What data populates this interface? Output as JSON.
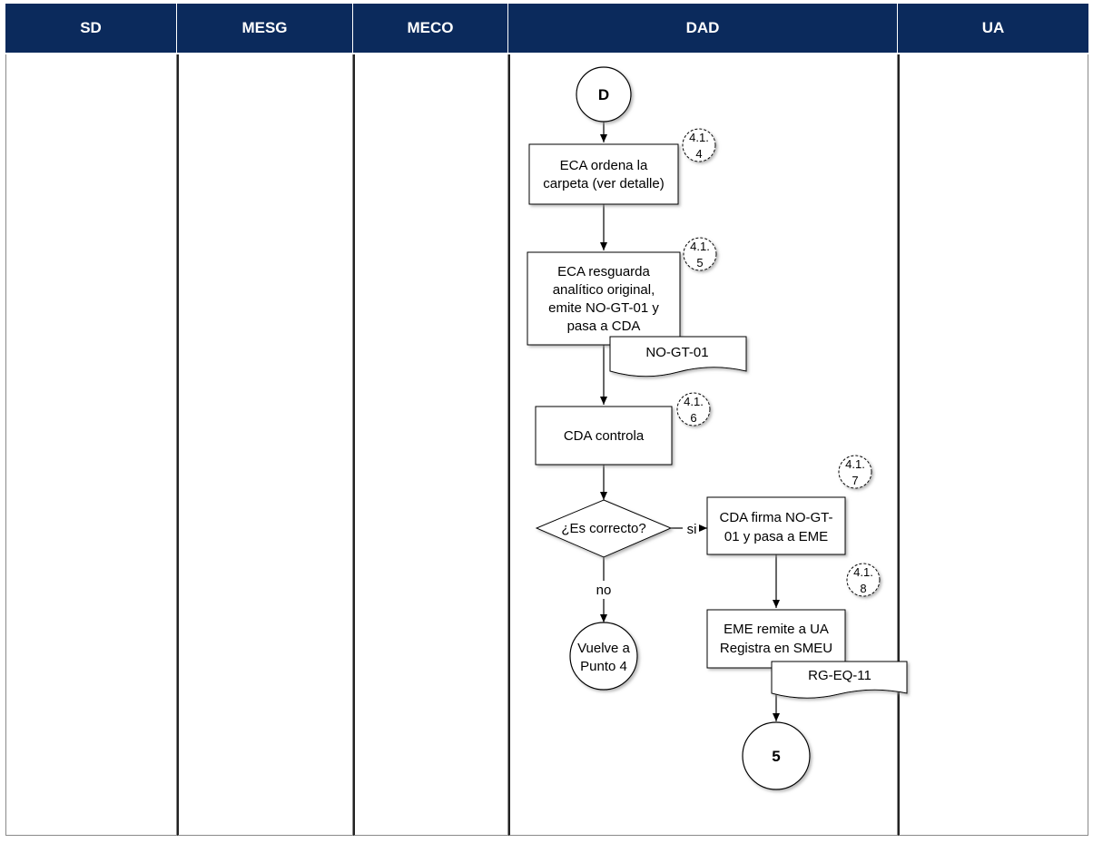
{
  "lanes": [
    "SD",
    "MESG",
    "MECO",
    "DAD",
    "UA"
  ],
  "colors": {
    "header_bg": "#0b2a5c",
    "header_text": "#ffffff",
    "line": "#000000"
  },
  "nodes": {
    "start_connector": "D",
    "step_414": {
      "lines": [
        "ECA ordena la",
        "carpeta (ver detalle)"
      ],
      "ref": [
        "4.1.",
        "4"
      ]
    },
    "step_415": {
      "lines": [
        "ECA resguarda",
        "analítico original,",
        "emite NO-GT-01 y",
        "pasa a CDA"
      ],
      "ref": [
        "4.1.",
        "5"
      ]
    },
    "doc_nogt01": "NO-GT-01",
    "step_416": {
      "lines": [
        "CDA controla"
      ],
      "ref": [
        "4.1.",
        "6"
      ]
    },
    "decision": "¿Es correcto?",
    "label_si": "si",
    "label_no": "no",
    "step_417": {
      "lines": [
        "CDA firma NO-GT-",
        "01 y pasa a EME"
      ],
      "ref": [
        "4.1.",
        "7"
      ]
    },
    "step_418": {
      "lines": [
        "EME remite a UA",
        "Registra en SMEU"
      ],
      "ref": [
        "4.1.",
        "8"
      ]
    },
    "doc_rgeq11": "RG-EQ-11",
    "return_connector": [
      "Vuelve a",
      "Punto 4"
    ],
    "end_connector": "5"
  }
}
